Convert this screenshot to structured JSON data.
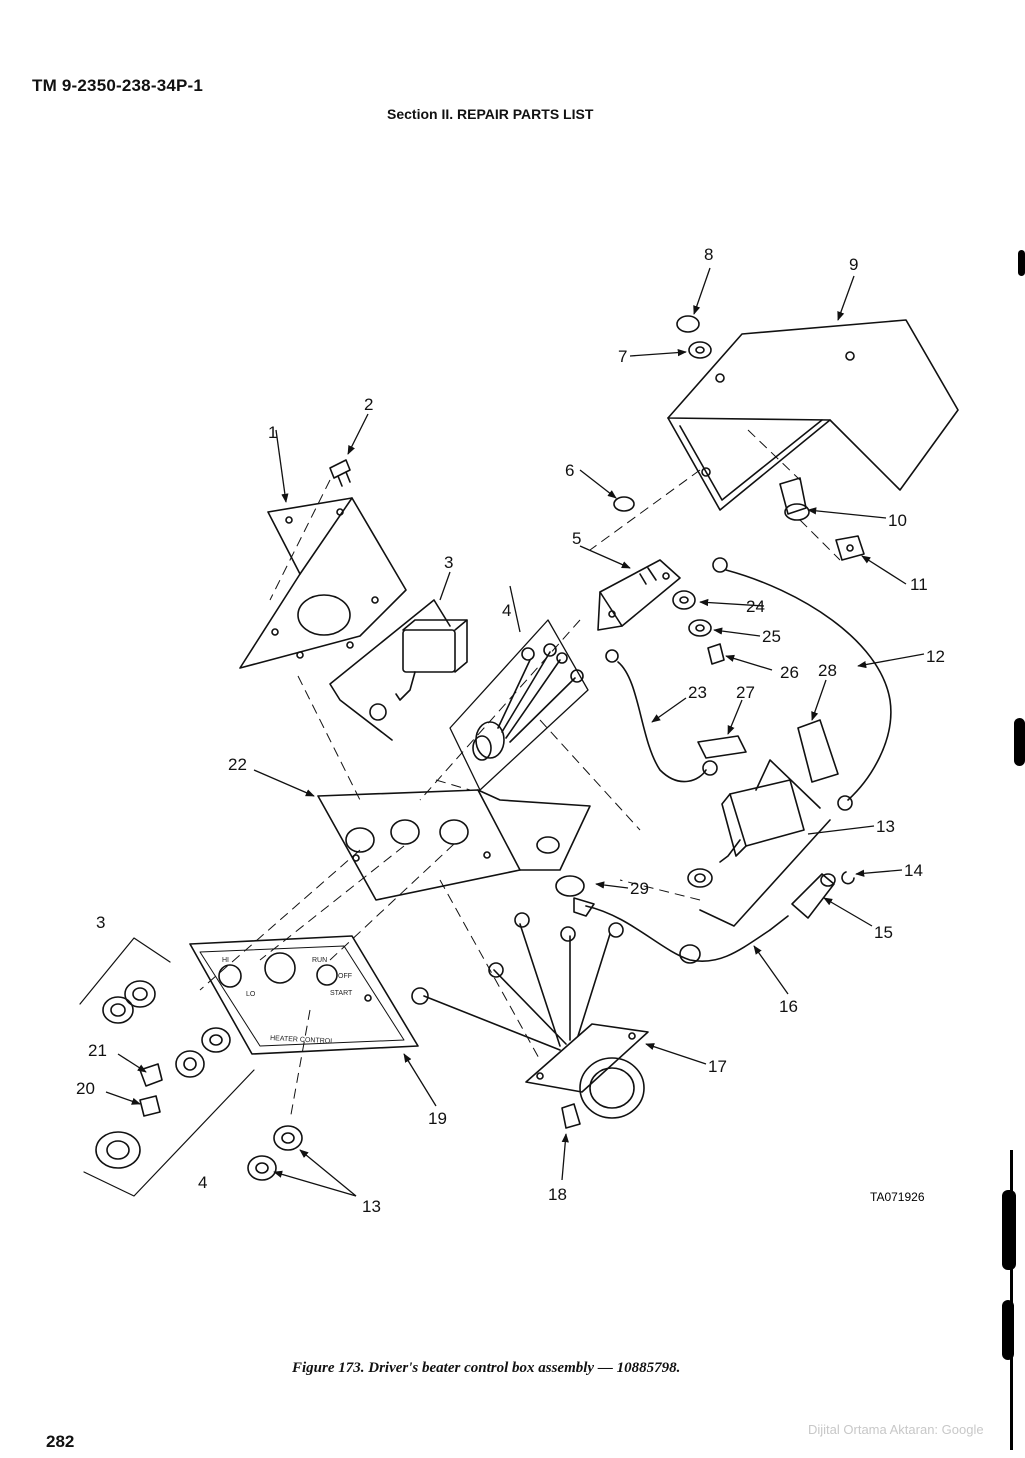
{
  "header": {
    "doc_id": "TM 9-2350-238-34P-1",
    "section": "Section II.  REPAIR PARTS LIST"
  },
  "figure": {
    "caption": "Figure 173.  Driver's beater control box assembly — 10885798.",
    "figure_id": "TA071926",
    "panel_labels": {
      "hi": "HI",
      "lo": "LO",
      "run": "RUN",
      "off": "OFF",
      "start": "START",
      "heater_control": "HEATER CONTROL"
    },
    "callouts": {
      "c1": "1",
      "c2": "2",
      "c3a": "3",
      "c3b": "3",
      "c4a": "4",
      "c4b": "4",
      "c5": "5",
      "c6": "6",
      "c7": "7",
      "c8": "8",
      "c9": "9",
      "c10": "10",
      "c11": "11",
      "c12": "12",
      "c13a": "13",
      "c13b": "13",
      "c14": "14",
      "c15": "15",
      "c16": "16",
      "c17": "17",
      "c18": "18",
      "c19": "19",
      "c20": "20",
      "c21": "21",
      "c22": "22",
      "c23": "23",
      "c24": "24",
      "c25": "25",
      "c26": "26",
      "c27": "27",
      "c28": "28",
      "c29": "29"
    }
  },
  "footer": {
    "page_number": "282",
    "watermark": "Dijital Ortama Aktaran: Google"
  }
}
